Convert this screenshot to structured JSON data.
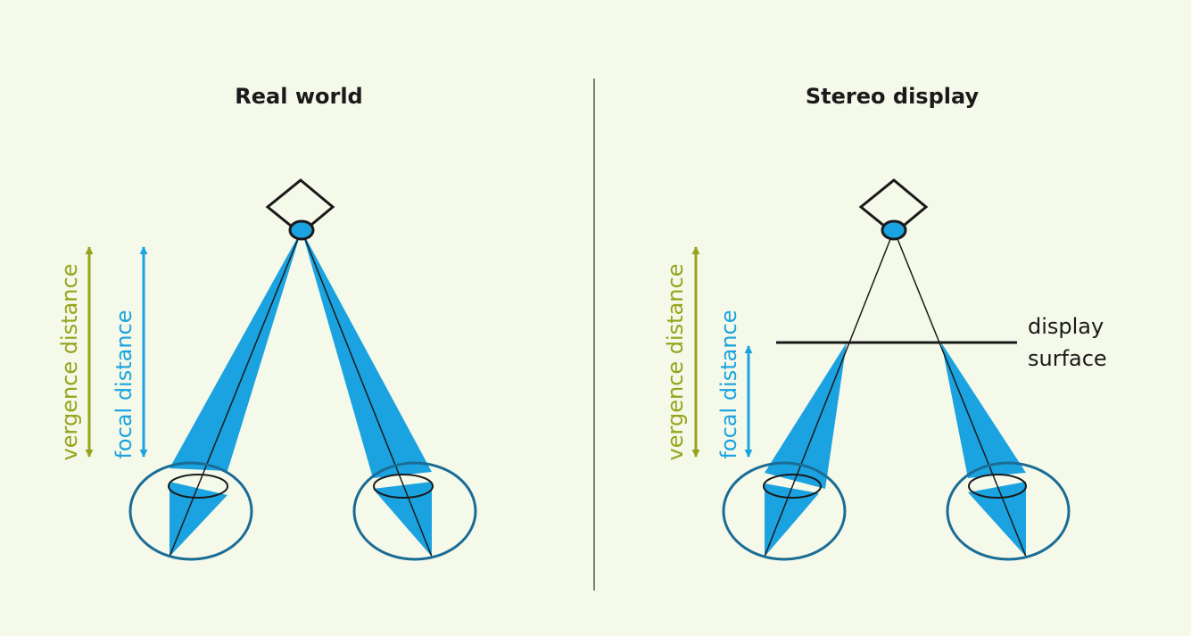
{
  "panels": {
    "left": {
      "title": "Real world",
      "vergence_label": "vergence distance",
      "focal_label": "focal distance"
    },
    "right": {
      "title": "Stereo display",
      "vergence_label": "vergence distance",
      "focal_label": "focal distance",
      "surface_label_line1": "display",
      "surface_label_line2": "surface"
    }
  },
  "icons": {
    "object": "diamond-object-icon",
    "fixation": "fixation-point-icon",
    "eye": "eye-icon"
  },
  "colors": {
    "background": "#f4f9ea",
    "vergence": "#97a31a",
    "focal": "#1aa3e0",
    "light_cone": "#1aa3e0",
    "eye_outline": "#1b6c95",
    "ink": "#1a1a1a"
  }
}
